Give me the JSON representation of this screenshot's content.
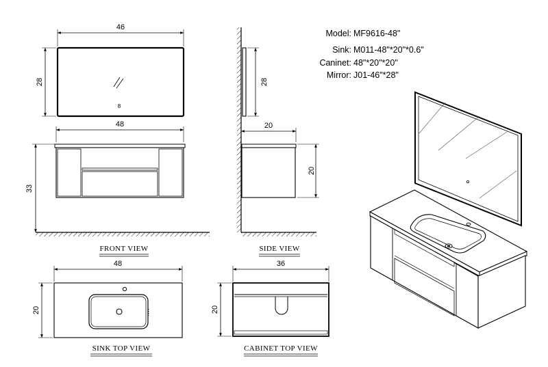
{
  "specs": {
    "model_label": "Model:",
    "model_value": "MF9616-48\"",
    "sink_label": "Sink:",
    "sink_value": "M011-48\"*20\"*0.6\"",
    "cabinet_label": "Caninet:",
    "cabinet_value": "48\"*20\"*20\"",
    "mirror_label": "Mirror:",
    "mirror_value": "J01-46\"*28\""
  },
  "front_view": {
    "title": "FRONT VIEW",
    "mirror_width": "46",
    "mirror_height": "28",
    "mirror_button_glyph": "8",
    "vanity_width": "48",
    "total_height": "33"
  },
  "side_view": {
    "title": "SIDE VIEW",
    "mirror_height": "28",
    "depth": "20",
    "cabinet_height": "20"
  },
  "sink_top_view": {
    "title": "SINK TOP VIEW",
    "width": "48",
    "depth": "20"
  },
  "cabinet_top_view": {
    "title": "CABINET TOP VIEW",
    "width": "36",
    "depth": "20"
  }
}
